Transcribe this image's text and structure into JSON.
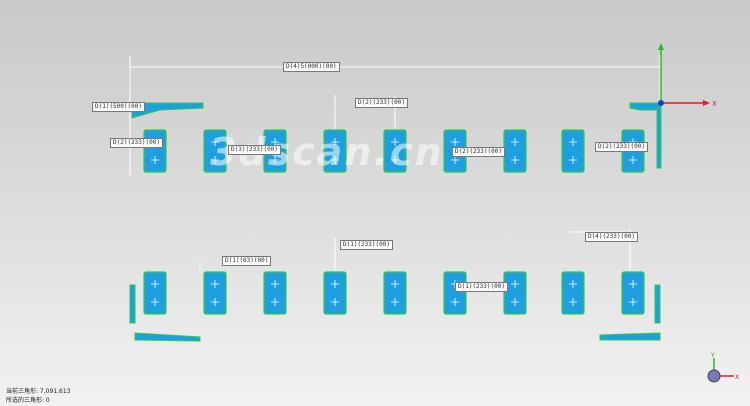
{
  "viewport": {
    "watermark_text": "3dscan.cn",
    "axis_x_label": "X",
    "axis_y_label": "Y",
    "overall_dimension": "D(4)5(000)(00)",
    "dimensions": [
      "D(1)(500)(00)",
      "D(2)(233)(00)",
      "D(3)(233)(00)",
      "D(2)(233)(00)",
      "D(2)(233)(00)",
      "D(2)(233)(00)",
      "D(1)(63)(00)",
      "D(1)(233)(00)",
      "D(1)(233)(00)",
      "D(4)(233)(00)"
    ],
    "colors": {
      "part_fill": "#1e9fe0",
      "part_edge": "#2ecc40",
      "dim_line": "#ffffff",
      "axis_x": "#e02020",
      "axis_y": "#20c020"
    }
  },
  "status_bar": {
    "line1": "当前三角形: 7,091,613",
    "line2": "所选的三角形: 0"
  }
}
